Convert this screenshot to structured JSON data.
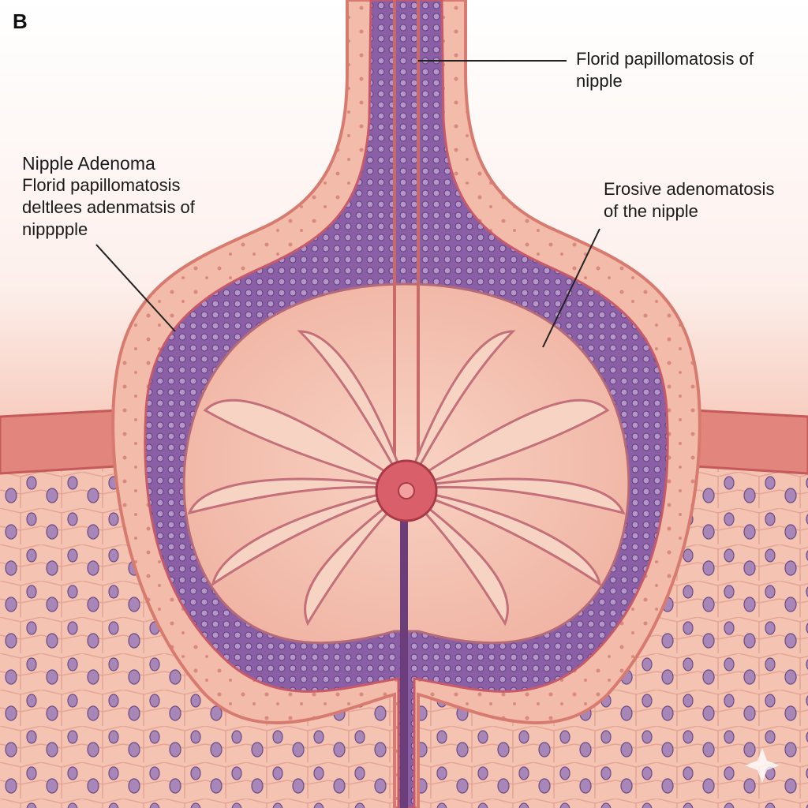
{
  "panel_letter": "B",
  "labels": {
    "left": [
      "Nipple Adenoma",
      "Florid papillomatosis",
      "deltlees adenmatsis of",
      "nipppple"
    ],
    "top_right": [
      "Florid papillomatosis of",
      "nipple"
    ],
    "right": [
      "Erosive adenomatosis",
      "of the nipple"
    ]
  },
  "colors": {
    "skin": "#f2b3a3",
    "dermis": "#f5c4b5",
    "epithelium_purple": "#8a5ea8",
    "red_border": "#c7505a",
    "background_top": "#ffffff"
  }
}
